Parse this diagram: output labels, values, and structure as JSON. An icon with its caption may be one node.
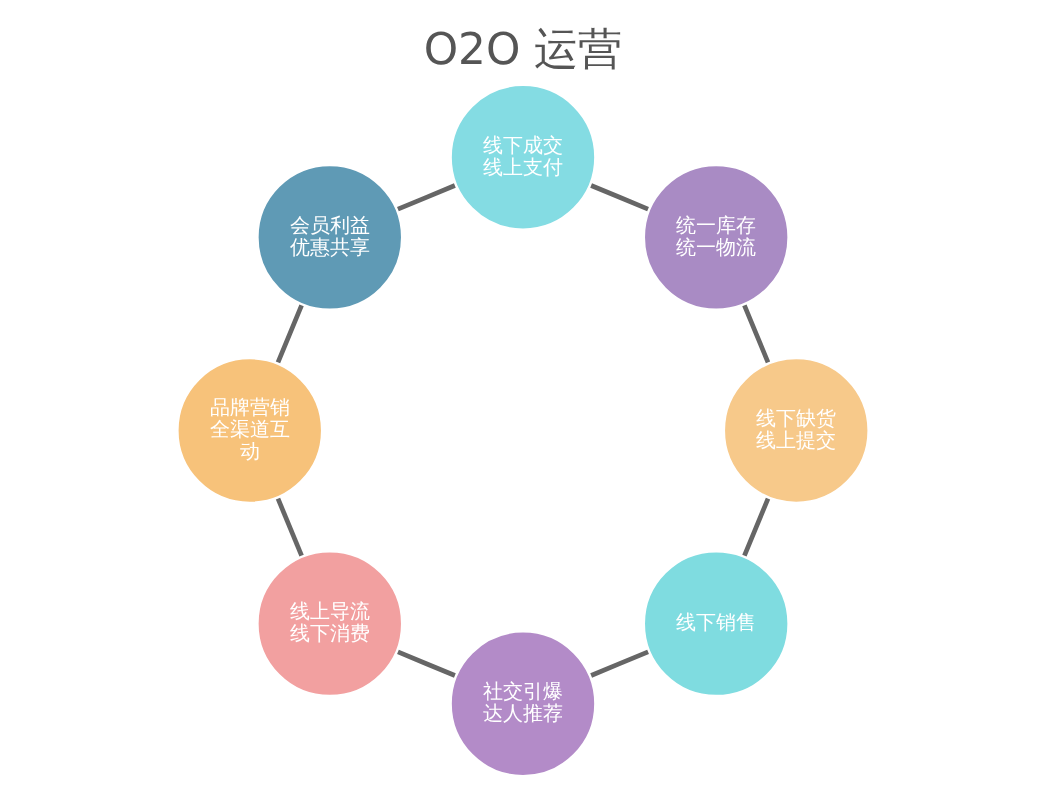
{
  "diagram": {
    "title": "O2O 运营",
    "nodes": [
      {
        "text": [
          "线下销售"
        ]
      },
      {
        "text": [
          "社交引爆达人推荐"
        ]
      },
      {
        "text": [
          "线上导流线下消费"
        ]
      },
      {
        "text": [
          "品牌营销全渠道互动"
        ]
      },
      {
        "text": [
          "会员利益优惠共享"
        ]
      },
      {
        "text": [
          "线下成交线上支付"
        ]
      },
      {
        "text": [
          "统一库存统一物流"
        ]
      },
      {
        "text": [
          "线下缺货线上提交"
        ]
      }
    ],
    "edges": [
      {
        "from": 0,
        "to": 1,
        "arrow": "none"
      },
      {
        "from": 1,
        "to": 2,
        "arrow": "none"
      },
      {
        "from": 2,
        "to": 3,
        "arrow": "none"
      },
      {
        "from": 3,
        "to": 4,
        "arrow": "none"
      },
      {
        "from": 4,
        "to": 5,
        "arrow": "none"
      },
      {
        "from": 5,
        "to": 6,
        "arrow": "none"
      },
      {
        "from": 6,
        "to": 7,
        "arrow": "none"
      },
      {
        "from": 7,
        "to": 0,
        "arrow": "none"
      }
    ]
  }
}
